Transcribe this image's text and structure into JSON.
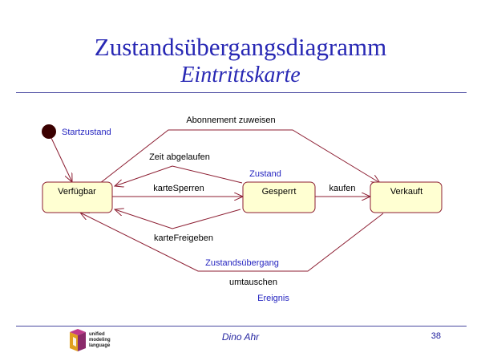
{
  "slide": {
    "title": "Zustandsübergangsdiagramm",
    "subtitle": "Eintrittskarte"
  },
  "states": {
    "verfuegbar": "Verfügbar",
    "gesperrt": "Gesperrt",
    "verkauft": "Verkauft"
  },
  "transitions": {
    "abonnement": "Abonnement zuweisen",
    "zeit_abgelaufen": "Zeit abgelaufen",
    "karte_sperren": "karteSperren",
    "kaufen": "kaufen",
    "karte_freigeben": "karteFreigeben",
    "umtauschen": "umtauschen"
  },
  "annotations": {
    "startzustand": "Startzustand",
    "zustand": "Zustand",
    "zustandsuebergang": "Zustandsübergang",
    "ereignis": "Ereignis"
  },
  "colors": {
    "title": "#2828b4",
    "annotation": "#2424c0",
    "state_fill": "#ffffd2",
    "line": "#8c1e32",
    "initial_dot": "#3a0000"
  },
  "footer": {
    "author": "Dino Ahr",
    "page": "38",
    "logo_lines": [
      "unified",
      "modeling",
      "language"
    ]
  }
}
